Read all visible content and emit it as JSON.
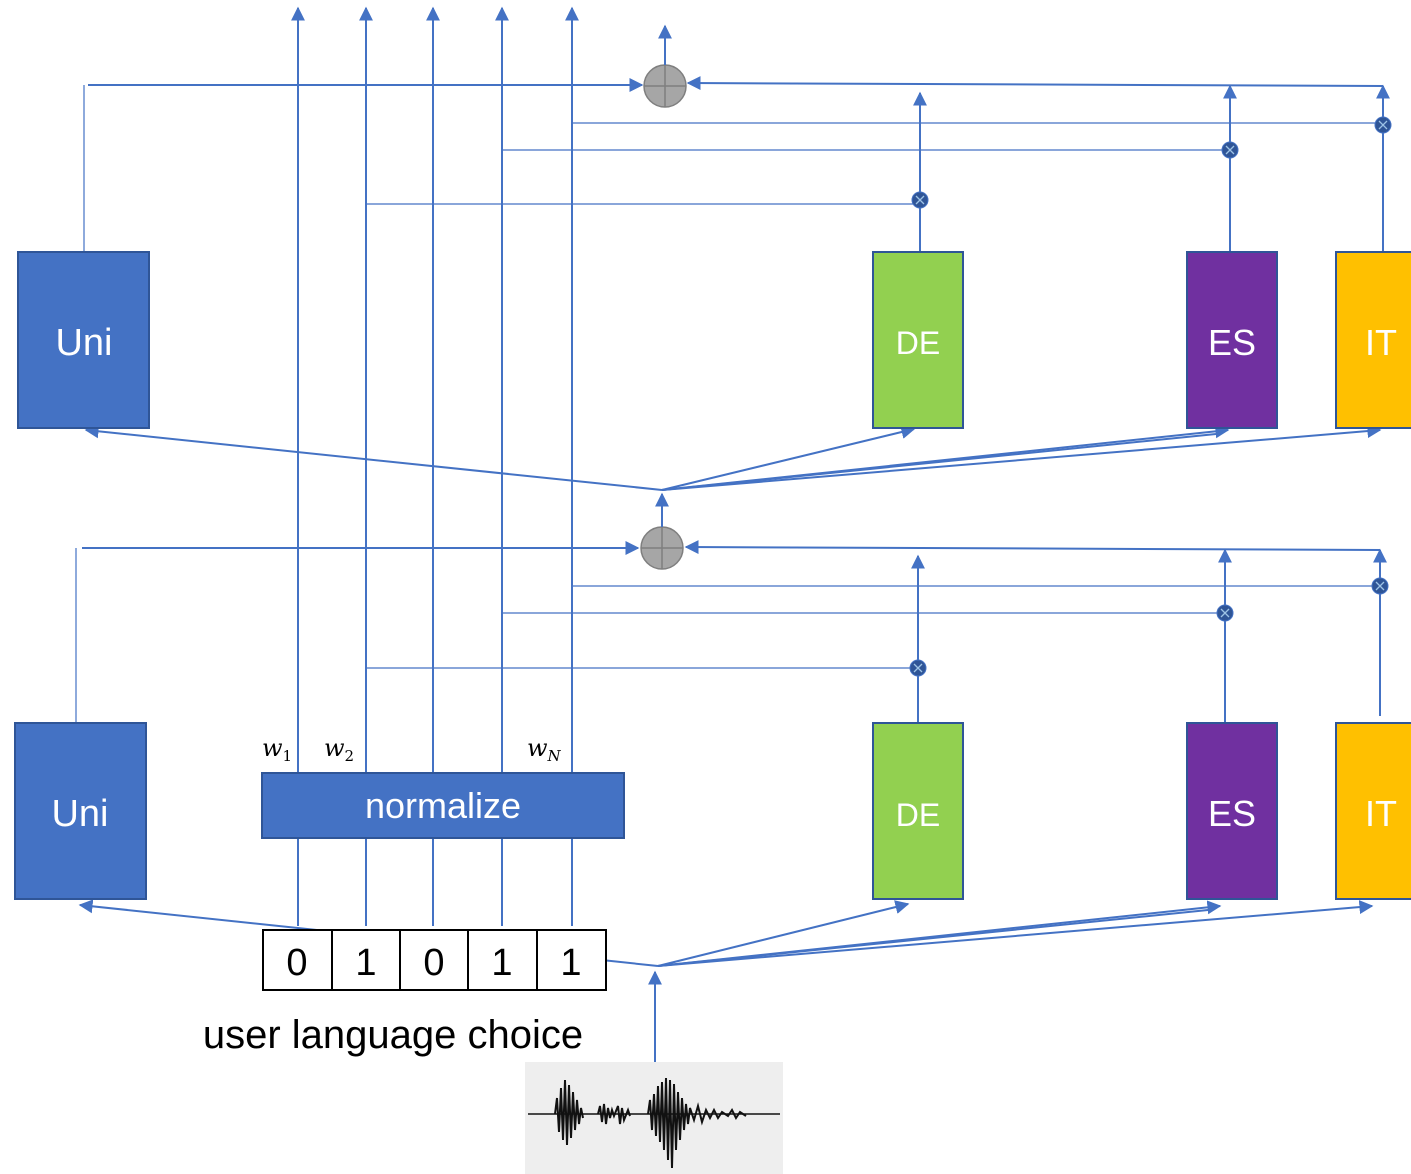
{
  "colors": {
    "line": "#4472c4",
    "uni_box": "#4472c4",
    "normalize_box": "#4472c4",
    "de_box": "#92d050",
    "es_box": "#7030a0",
    "it_box": "#ffc000",
    "adder": "#a6a6a6",
    "mult_node": "#2f5597"
  },
  "layers": [
    {
      "uni_label": "Uni",
      "experts": [
        {
          "label": "DE",
          "color_key": "de_box"
        },
        {
          "label": "ES",
          "color_key": "es_box"
        },
        {
          "label": "IT",
          "color_key": "it_box"
        }
      ]
    },
    {
      "uni_label": "Uni",
      "experts": [
        {
          "label": "DE",
          "color_key": "de_box"
        },
        {
          "label": "ES",
          "color_key": "es_box"
        },
        {
          "label": "IT",
          "color_key": "it_box"
        }
      ]
    }
  ],
  "normalize_label": "normalize",
  "weights": [
    "w",
    "w",
    "w"
  ],
  "weight_subscripts": [
    "1",
    "2",
    "N"
  ],
  "language_choice_bits": [
    "0",
    "1",
    "0",
    "1",
    "1"
  ],
  "language_choice_caption": "user language choice",
  "icons": [
    "adder-icon",
    "multiply-icon",
    "waveform-icon"
  ]
}
